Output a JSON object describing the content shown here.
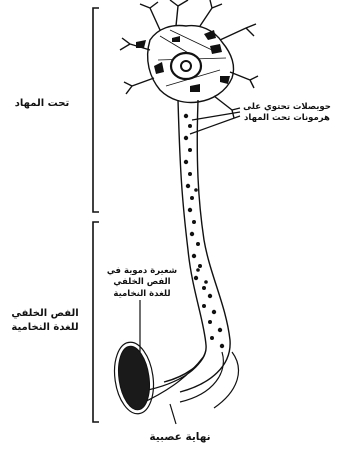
{
  "labels": {
    "hypothalamus": "تحت المهاد",
    "posterior_lobe_line1": "الفص الخلفي",
    "posterior_lobe_line2": "للغدة النخامية",
    "vesicles_line1": "حويصلات تحتوي على",
    "vesicles_line2": "هرمونات تحت المهاد",
    "capillary_line1": "شعيرة دموية في",
    "capillary_line2": "الفص الخلفي",
    "capillary_line3": "للغدة النخامية",
    "nerve_ending": "نهاية عصبية"
  },
  "colors": {
    "ink": "#111111",
    "cell_fill": "#ffffff",
    "capillary_fill": "#1a1a1a"
  }
}
